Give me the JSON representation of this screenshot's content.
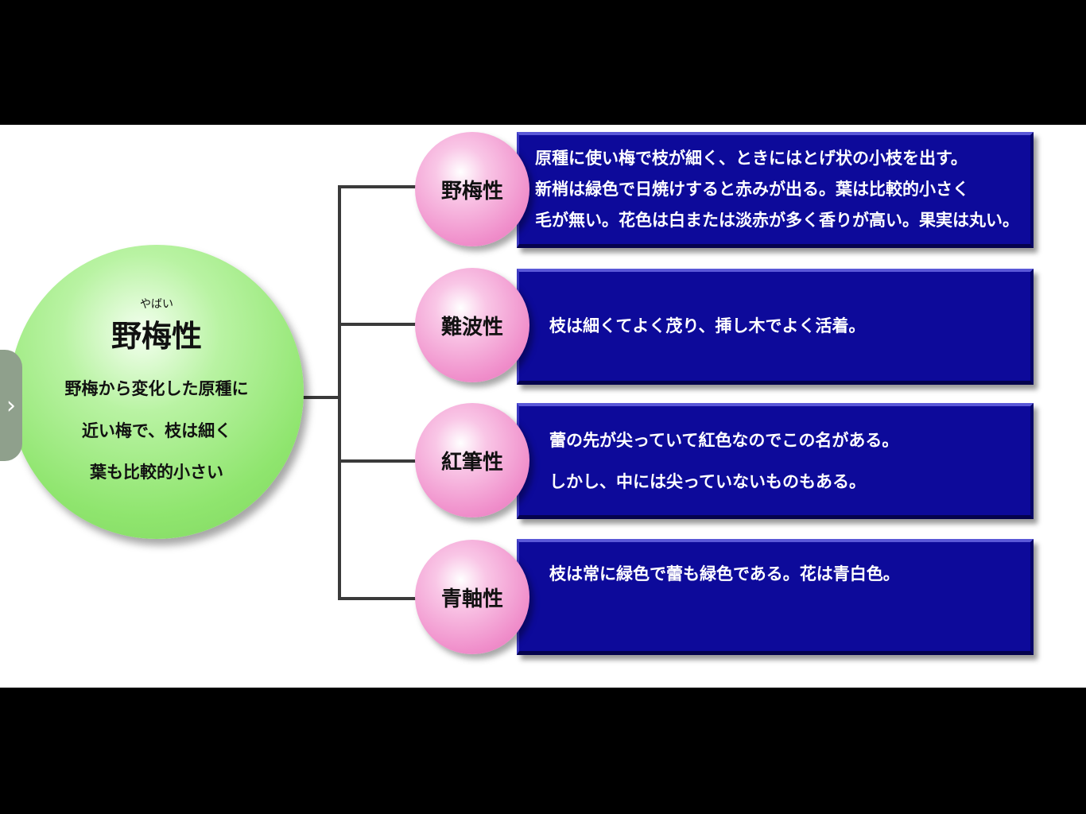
{
  "main": {
    "ruby": "やばい",
    "title": "野梅性",
    "description": [
      "野梅から変化した原種に",
      "近い梅で、枝は細く",
      "葉も比較的小さい"
    ]
  },
  "branches": [
    {
      "label": "野梅性",
      "lines": [
        "原種に使い梅で枝が細く、ときにはとげ状の小枝を出す。",
        "新梢は緑色で日焼けすると赤みが出る。葉は比較的小さく",
        "毛が無い。花色は白または淡赤が多く香りが高い。果実は丸い。"
      ]
    },
    {
      "label": "難波性",
      "lines": [
        "枝は細くてよく茂り、挿し木でよく活着。"
      ]
    },
    {
      "label": "紅筆性",
      "lines": [
        "蕾の先が尖っていて紅色なのでこの名がある。",
        "しかし、中には尖っていないものもある。"
      ]
    },
    {
      "label": "青軸性",
      "lines": [
        "枝は常に緑色で蕾も緑色である。花は青白色。"
      ]
    }
  ],
  "side_tab_icon": "chevron-right-icon"
}
